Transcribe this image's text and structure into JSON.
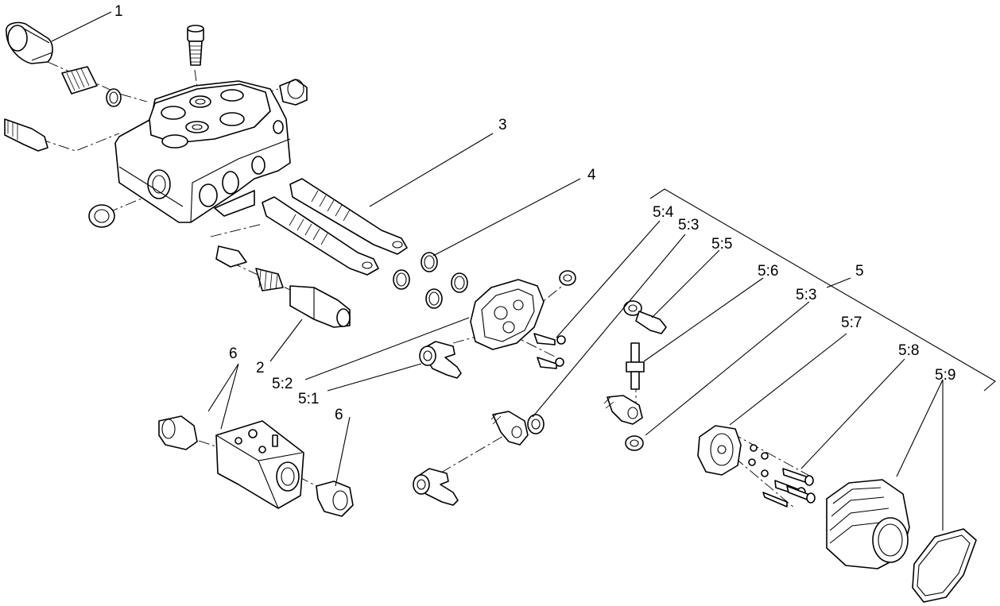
{
  "callouts": {
    "c1": "1",
    "c2": "2",
    "c3": "3",
    "c4": "4",
    "c5": "5",
    "c6a": "6",
    "c6b": "6",
    "c5_1": "5:1",
    "c5_2": "5:2",
    "c5_3a": "5:3",
    "c5_3b": "5:3",
    "c5_4": "5:4",
    "c5_5": "5:5",
    "c5_6": "5:6",
    "c5_7": "5:7",
    "c5_8": "5:8",
    "c5_9": "5:9"
  }
}
